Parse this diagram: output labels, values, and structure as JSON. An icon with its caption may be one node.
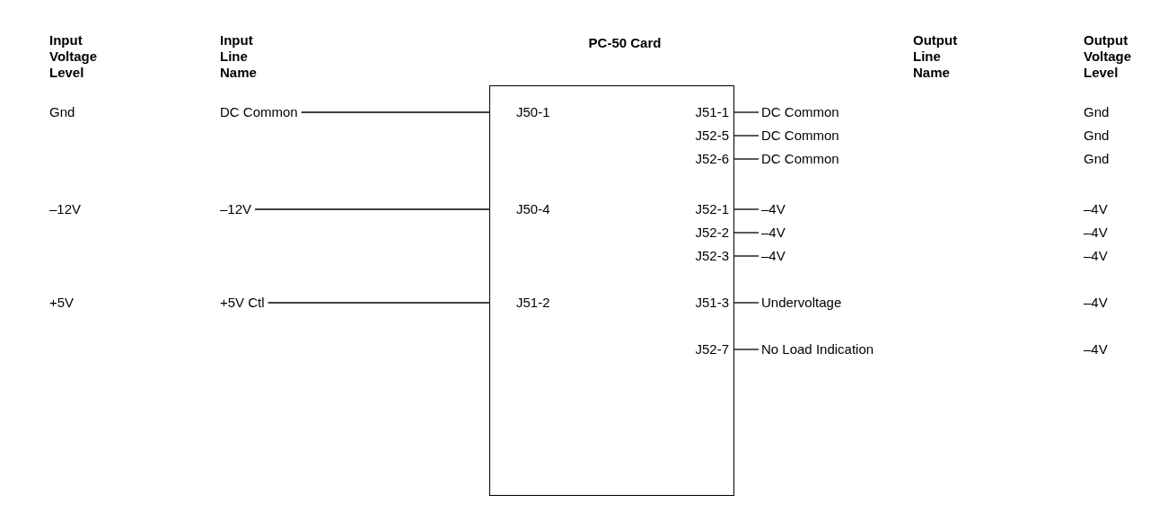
{
  "diagram": {
    "nodes": [
      {
        "text": [
          "PC-50 Card"
        ]
      },
      {
        "text": [
          "DC Common"
        ]
      },
      {
        "text": [
          "–12V"
        ]
      },
      {
        "text": [
          "+5V Ctl"
        ]
      },
      {
        "text": [
          "DC Common"
        ]
      },
      {
        "text": [
          "DC Common"
        ]
      },
      {
        "text": [
          "DC Common"
        ]
      },
      {
        "text": [
          "–4V"
        ]
      },
      {
        "text": [
          "–4V"
        ]
      },
      {
        "text": [
          "–4V"
        ]
      },
      {
        "text": [
          "Undervoltage"
        ]
      },
      {
        "text": [
          "No Load Indication"
        ]
      }
    ],
    "edges": [
      {
        "from": 1,
        "to": 0,
        "arrow": "none"
      },
      {
        "from": 2,
        "to": 0,
        "arrow": "none"
      },
      {
        "from": 3,
        "to": 0,
        "arrow": "none"
      },
      {
        "from": 0,
        "to": 4,
        "arrow": "none"
      },
      {
        "from": 0,
        "to": 5,
        "arrow": "none"
      },
      {
        "from": 0,
        "to": 6,
        "arrow": "none"
      },
      {
        "from": 0,
        "to": 7,
        "arrow": "none"
      },
      {
        "from": 0,
        "to": 8,
        "arrow": "none"
      },
      {
        "from": 0,
        "to": 9,
        "arrow": "none"
      },
      {
        "from": 0,
        "to": 10,
        "arrow": "none"
      },
      {
        "from": 0,
        "to": 11,
        "arrow": "none"
      }
    ],
    "labels": [
      "Input Voltage Level",
      "Input Line Name",
      "Output Line Name",
      "Output Voltage Level",
      "Gnd",
      "J50-1",
      "J51-1",
      "Gnd",
      "J52-5",
      "Gnd",
      "J52-6",
      "Gnd",
      "–12V",
      "J50-4",
      "J52-1",
      "–4V",
      "J52-2",
      "–4V",
      "J52-3",
      "–4V",
      "+5V",
      "J51-2",
      "J51-3",
      "–4V",
      "J52-7",
      "–4V"
    ]
  }
}
